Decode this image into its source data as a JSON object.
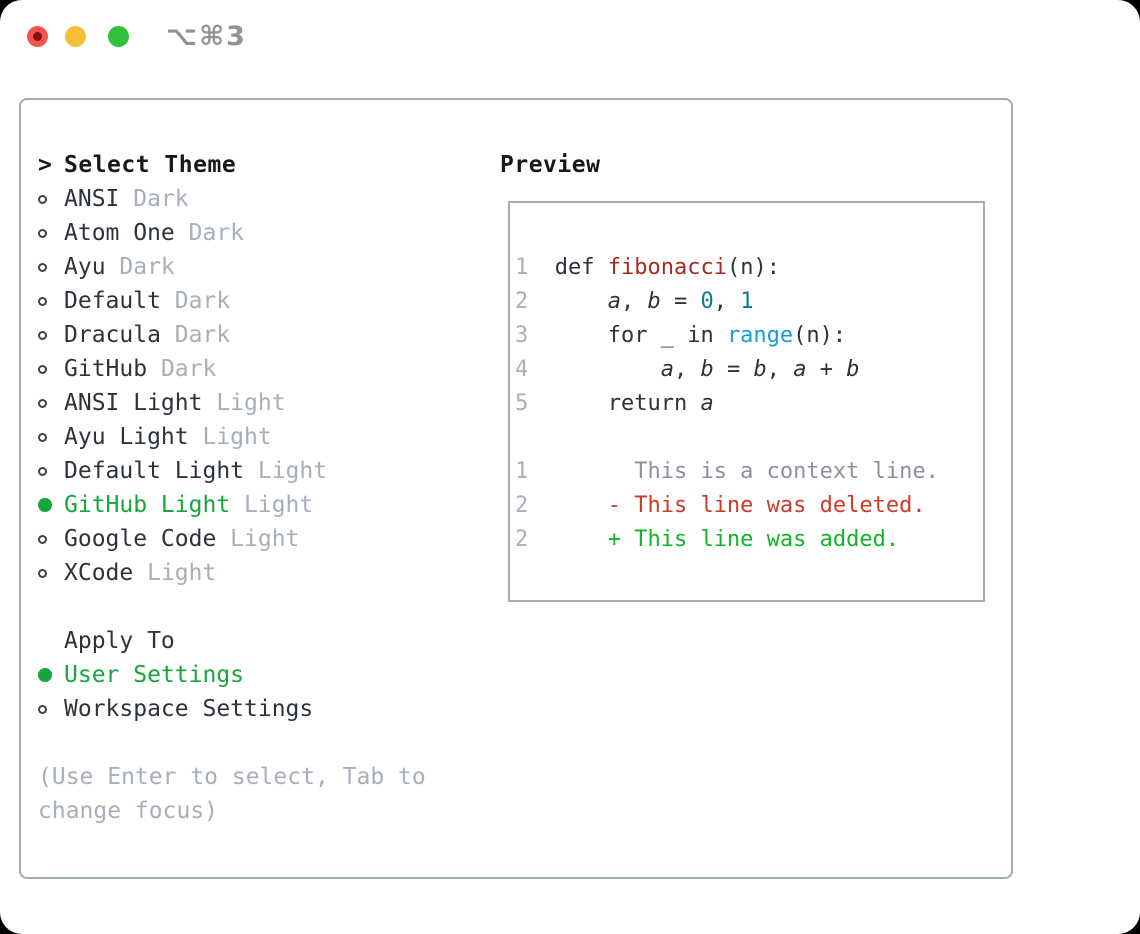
{
  "titlebar": {
    "title": "⌥⌘3"
  },
  "theme_picker": {
    "header": {
      "prompt": ">",
      "label": "Select Theme"
    },
    "items": [
      {
        "name": "ANSI",
        "variant": "Dark",
        "selected": false
      },
      {
        "name": "Atom One",
        "variant": "Dark",
        "selected": false
      },
      {
        "name": "Ayu",
        "variant": "Dark",
        "selected": false
      },
      {
        "name": "Default",
        "variant": "Dark",
        "selected": false
      },
      {
        "name": "Dracula",
        "variant": "Dark",
        "selected": false
      },
      {
        "name": "GitHub",
        "variant": "Dark",
        "selected": false
      },
      {
        "name": "ANSI Light",
        "variant": "Light",
        "selected": false
      },
      {
        "name": "Ayu Light",
        "variant": "Light",
        "selected": false
      },
      {
        "name": "Default Light",
        "variant": "Light",
        "selected": false
      },
      {
        "name": "GitHub Light",
        "variant": "Light",
        "selected": true
      },
      {
        "name": "Google Code",
        "variant": "Light",
        "selected": false
      },
      {
        "name": "XCode",
        "variant": "Light",
        "selected": false
      }
    ]
  },
  "apply_to": {
    "label": "Apply To",
    "options": [
      {
        "label": "User Settings",
        "selected": true
      },
      {
        "label": "Workspace Settings",
        "selected": false
      }
    ]
  },
  "hint": "(Use Enter to select, Tab to change focus)",
  "preview": {
    "label": "Preview",
    "lines": [
      {
        "segments": [
          [
            "1  ",
            "ln"
          ],
          [
            "def ",
            "plain"
          ],
          [
            "fibonacci",
            "function"
          ],
          [
            "(n):",
            "plain"
          ]
        ]
      },
      {
        "segments": [
          [
            "2  ",
            "ln"
          ],
          [
            "    ",
            "plain"
          ],
          [
            "a",
            "variable"
          ],
          [
            ", ",
            "plain"
          ],
          [
            "b",
            "variable"
          ],
          [
            " = ",
            "plain"
          ],
          [
            "0",
            "number"
          ],
          [
            ", ",
            "plain"
          ],
          [
            "1",
            "number"
          ]
        ]
      },
      {
        "segments": [
          [
            "3  ",
            "ln"
          ],
          [
            "    for _ in ",
            "plain"
          ],
          [
            "range",
            "builtin"
          ],
          [
            "(n):",
            "plain"
          ]
        ]
      },
      {
        "segments": [
          [
            "4  ",
            "ln"
          ],
          [
            "        ",
            "plain"
          ],
          [
            "a",
            "variable"
          ],
          [
            ", ",
            "plain"
          ],
          [
            "b",
            "variable"
          ],
          [
            " = ",
            "plain"
          ],
          [
            "b",
            "variable"
          ],
          [
            ", ",
            "plain"
          ],
          [
            "a",
            "variable"
          ],
          [
            " + ",
            "plain"
          ],
          [
            "b",
            "variable"
          ]
        ]
      },
      {
        "segments": [
          [
            "5  ",
            "ln"
          ],
          [
            "    return ",
            "plain"
          ],
          [
            "a",
            "variable"
          ]
        ]
      },
      {
        "segments": []
      },
      {
        "segments": [
          [
            "1  ",
            "ln"
          ],
          [
            "      This is a context line.",
            "context"
          ]
        ]
      },
      {
        "segments": [
          [
            "2  ",
            "ln"
          ],
          [
            "    - This line was deleted.",
            "deleted"
          ]
        ]
      },
      {
        "segments": [
          [
            "2  ",
            "ln"
          ],
          [
            "    + This line was added.",
            "added"
          ]
        ]
      }
    ]
  },
  "colors": {
    "text_dark": "#2d333b",
    "text_black": "#15191e",
    "muted_gray": "#a7afb9",
    "context_gray": "#8b929b",
    "accent_green": "#17a53e",
    "added_green": "#12b427",
    "deleted_red": "#ce3a28",
    "function_red": "#a62c21",
    "number_teal": "#10798a",
    "builtin_blue": "#1b9bd2",
    "border_gray": "#a3abb5",
    "traffic_red": "#f4544c",
    "traffic_yellow": "#f7bd36",
    "traffic_green": "#30c13e"
  }
}
